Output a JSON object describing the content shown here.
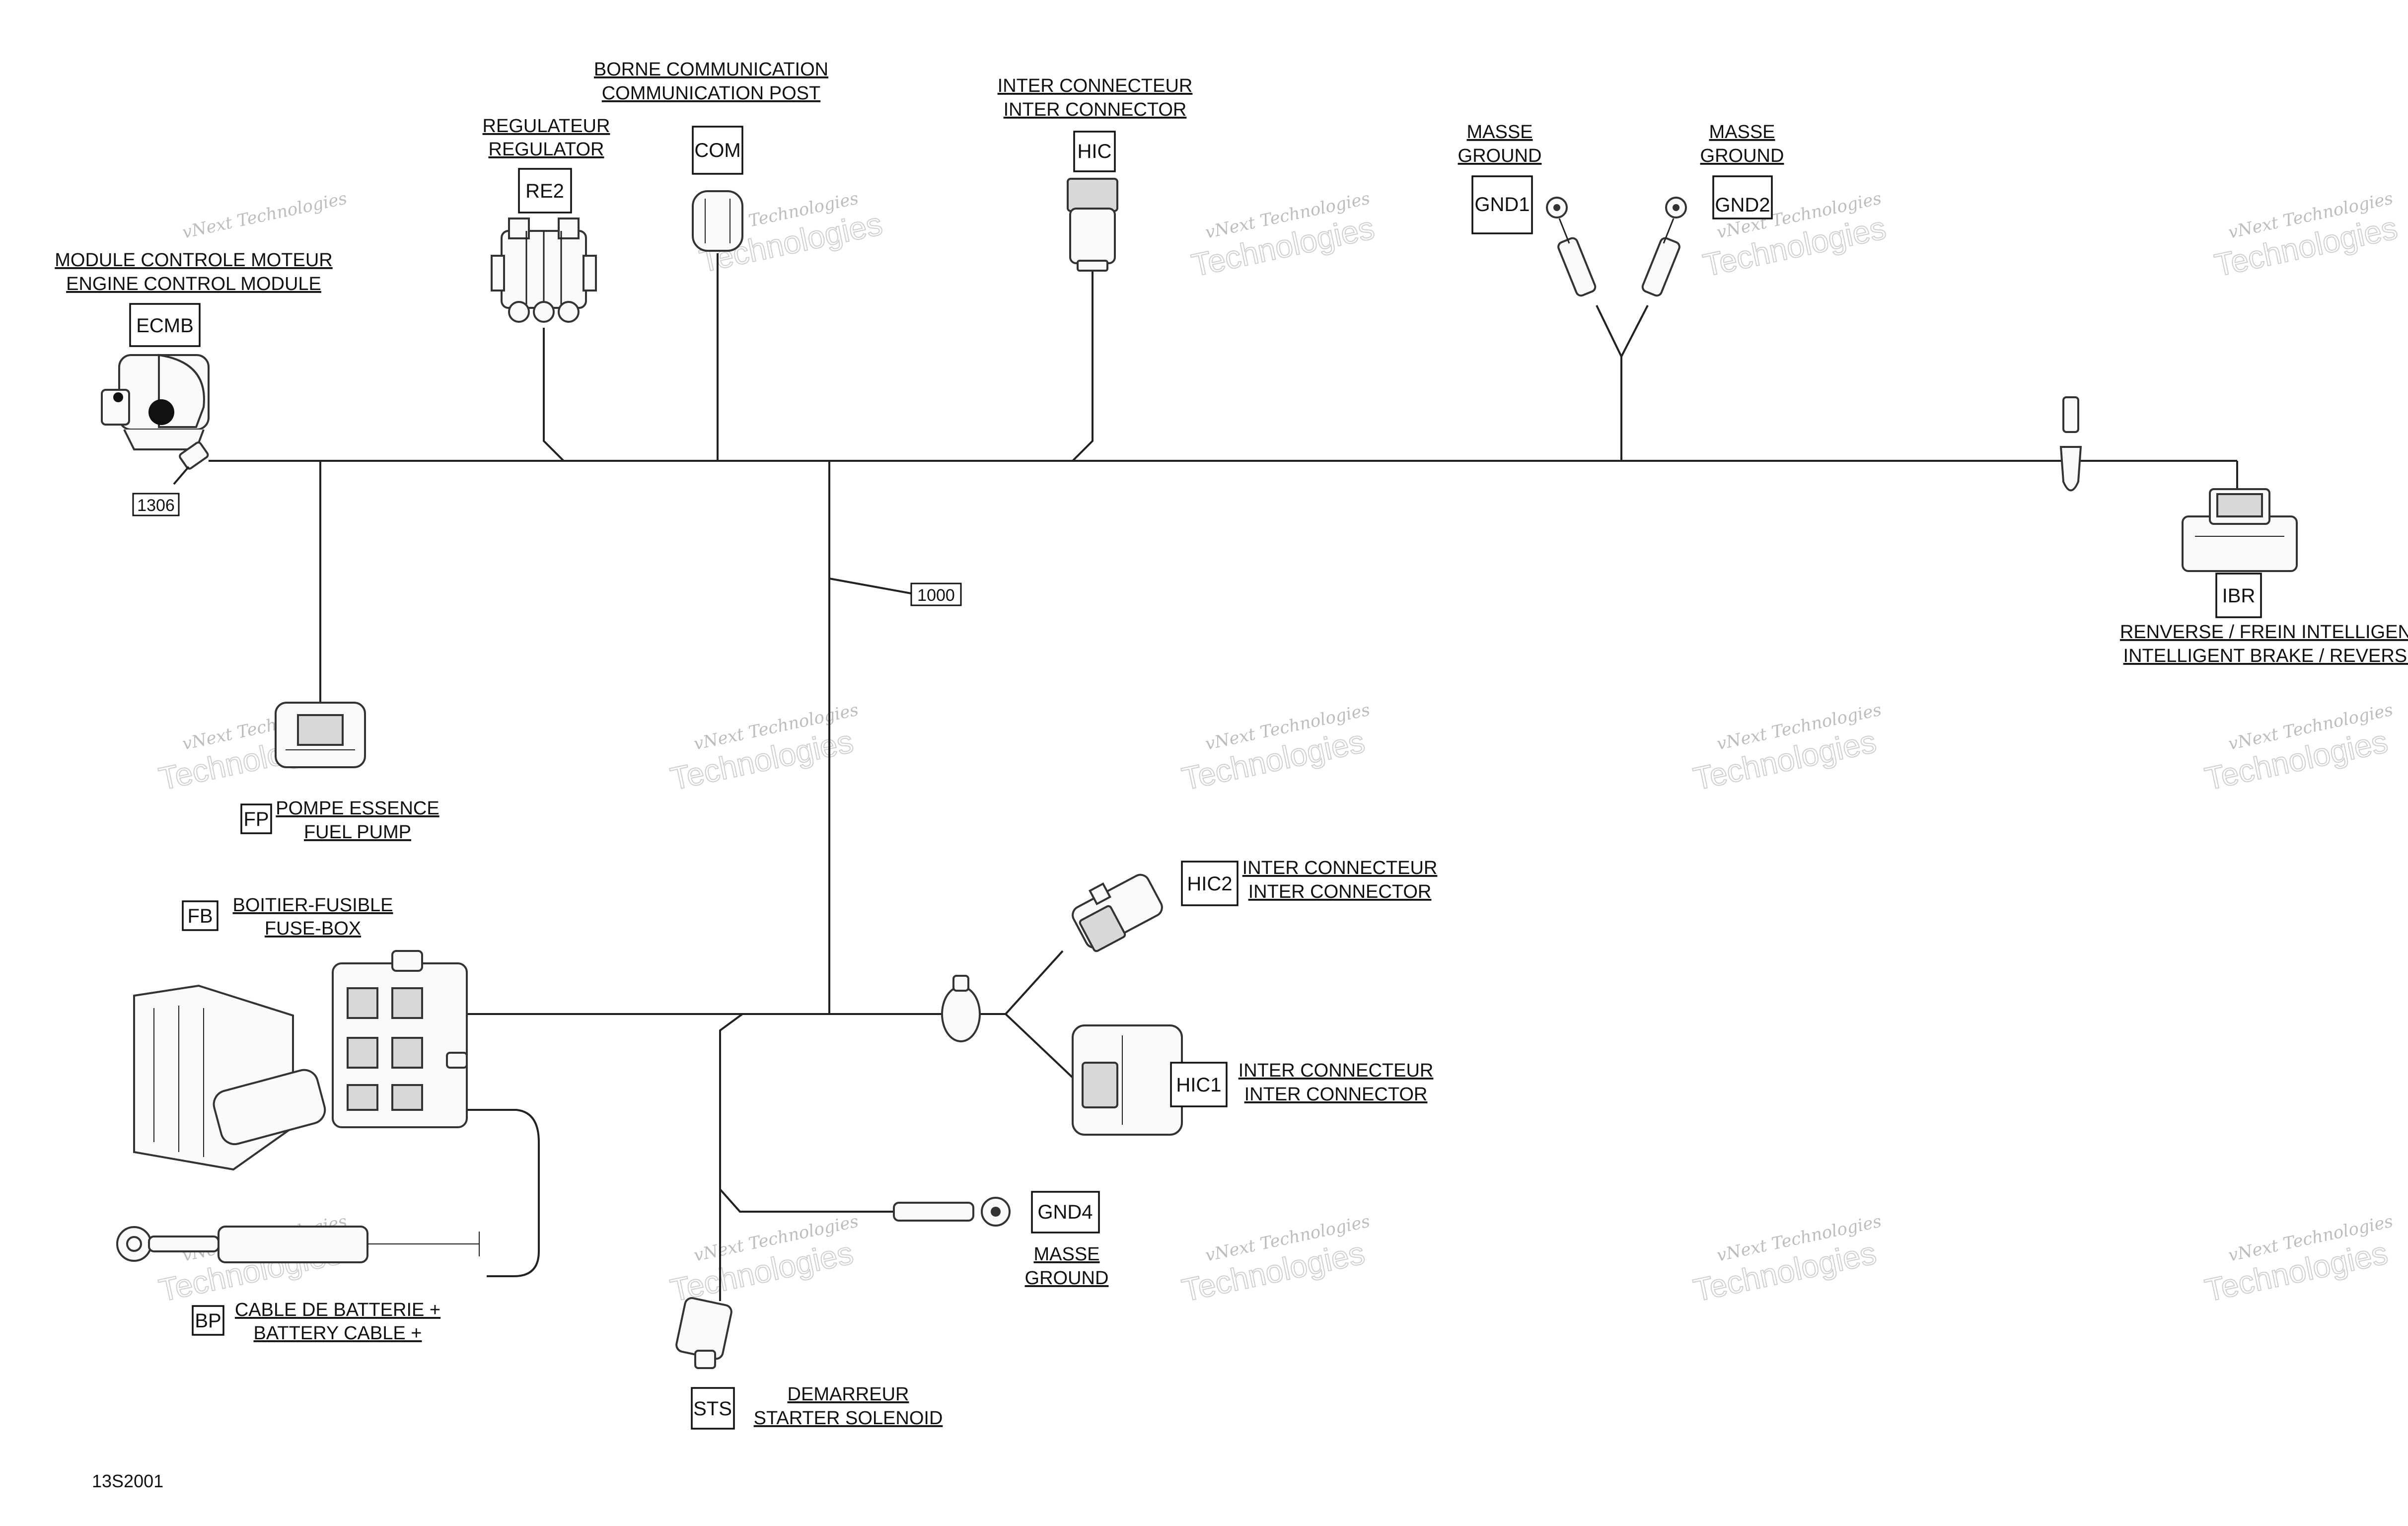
{
  "diagram": {
    "code": "13S2001",
    "watermark": {
      "line1": "vNext Technologies",
      "line2": "vNext",
      "line3": "Technologies"
    },
    "numbers": {
      "n1306": "1306",
      "n1000": "1000"
    },
    "components": {
      "ecmb": {
        "tag": "ECMB",
        "label_fr": "MODULE CONTROLE MOTEUR",
        "label_en": "ENGINE CONTROL MODULE"
      },
      "re2": {
        "tag": "RE2",
        "label_fr": "REGULATEUR",
        "label_en": "REGULATOR"
      },
      "com": {
        "tag": "COM",
        "label_fr": "BORNE COMMUNICATION",
        "label_en": "COMMUNICATION POST"
      },
      "hic": {
        "tag": "HIC",
        "label_fr": "INTER CONNECTEUR",
        "label_en": "INTER CONNECTOR"
      },
      "gnd1": {
        "tag": "GND1",
        "label_fr": "MASSE",
        "label_en": "GROUND"
      },
      "gnd2": {
        "tag": "GND2",
        "label_fr": "MASSE",
        "label_en": "GROUND"
      },
      "ibr": {
        "tag": "IBR",
        "label_fr": "RENVERSE / FREIN INTELLIGENT",
        "label_en": "INTELLIGENT BRAKE / REVERSE"
      },
      "fp": {
        "tag": "FP",
        "label_fr": "POMPE ESSENCE",
        "label_en": "FUEL PUMP"
      },
      "fb": {
        "tag": "FB",
        "label_fr": "BOITIER-FUSIBLE",
        "label_en": "FUSE-BOX"
      },
      "hic2": {
        "tag": "HIC2",
        "label_fr": "INTER CONNECTEUR",
        "label_en": "INTER CONNECTOR"
      },
      "hic1": {
        "tag": "HIC1",
        "label_fr": "INTER CONNECTEUR",
        "label_en": "INTER CONNECTOR"
      },
      "gnd4": {
        "tag": "GND4",
        "label_fr": "MASSE",
        "label_en": "GROUND"
      },
      "bp": {
        "tag": "BP",
        "label_fr": "CABLE DE BATTERIE +",
        "label_en": "BATTERY CABLE +"
      },
      "sts": {
        "tag": "STS",
        "label_fr": "DEMARREUR",
        "label_en": "STARTER SOLENOID"
      }
    }
  }
}
